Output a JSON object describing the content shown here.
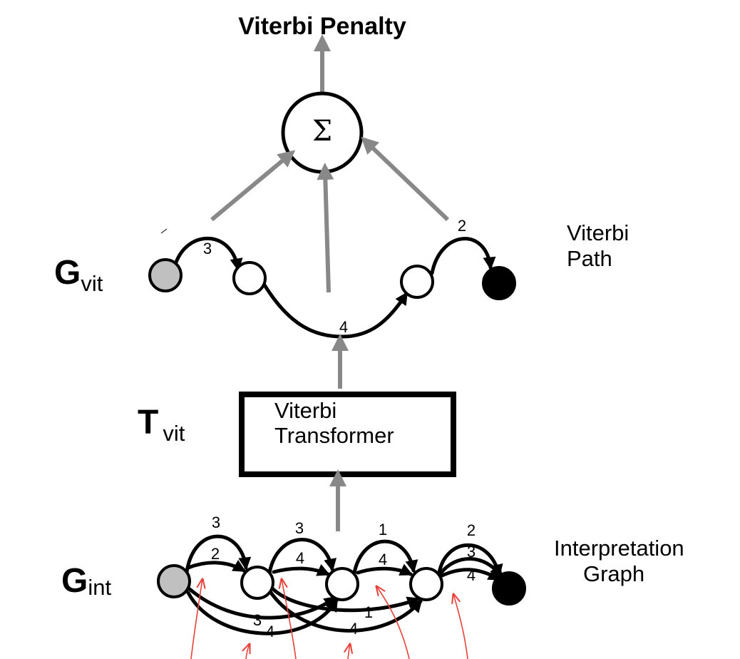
{
  "title": "Viterbi Penalty",
  "sum_symbol": "Σ",
  "g_vit": {
    "main": "G",
    "sub": "vit"
  },
  "t_vit": {
    "main": "T",
    "sub": "vit"
  },
  "g_int": {
    "main": "G",
    "sub": "int"
  },
  "viterbi_path_label": [
    "Viterbi",
    "Path"
  ],
  "transformer_label": [
    "Viterbi",
    "Transformer"
  ],
  "interpretation_label": [
    "Interpretation",
    "Graph"
  ],
  "vit_edge_labels": [
    "3",
    "4",
    "2"
  ],
  "int_edge_labels": [
    "3",
    "2",
    "3",
    "4",
    "1",
    "4",
    "2",
    "3",
    "4",
    "3",
    "4",
    "1",
    "4"
  ],
  "colors": {
    "start_node": "#c0c0c0",
    "end_node": "#000000",
    "flow_arrow": "#888888",
    "input_arrow": "#e8413a"
  }
}
